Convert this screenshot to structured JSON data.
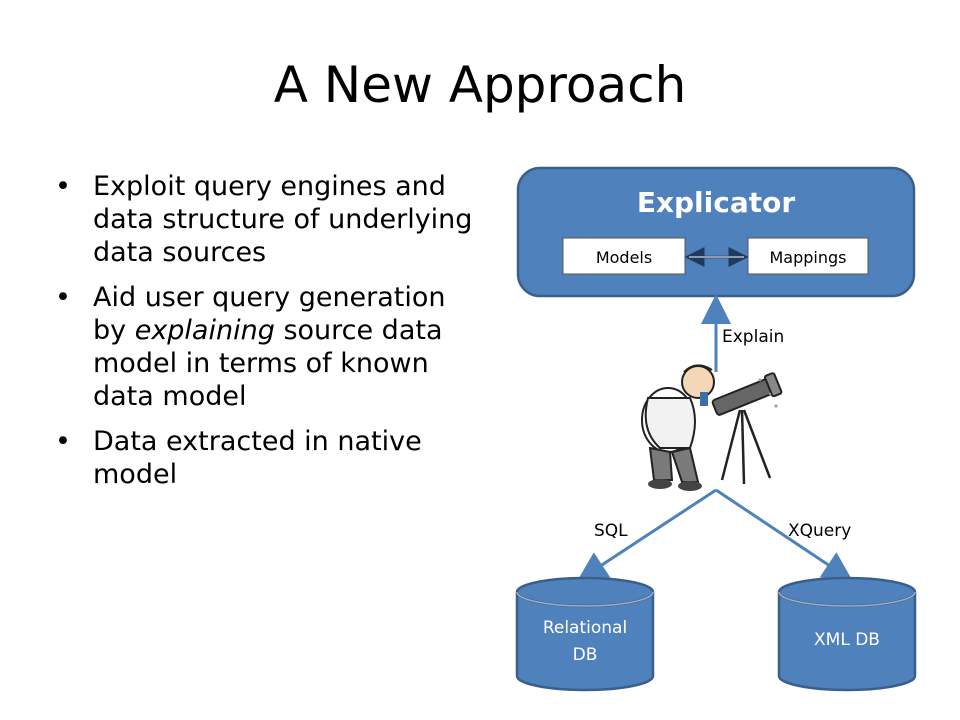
{
  "slide": {
    "title": "A New Approach",
    "bullets": [
      {
        "pre": "Exploit query engines and data structure of underlying data sources",
        "em": "",
        "post": ""
      },
      {
        "pre": "Aid user query generation by ",
        "em": "explaining",
        "post": " source data model in terms of known data model"
      },
      {
        "pre": "Data extracted in native model",
        "em": "",
        "post": ""
      }
    ]
  },
  "diagram": {
    "explicator": {
      "label": "Explicator",
      "models": "Models",
      "mappings": "Mappings"
    },
    "edges": {
      "explain": "Explain",
      "sql": "SQL",
      "xquery": "XQuery"
    },
    "databases": {
      "relational_line1": "Relational",
      "relational_line2": "DB",
      "xml": "XML DB"
    },
    "colors": {
      "box_fill": "#4f81bd",
      "box_stroke": "#3a5f8b",
      "arrow": "#4f81bd",
      "white": "#ffffff"
    },
    "illustration": "person-with-telescope"
  }
}
